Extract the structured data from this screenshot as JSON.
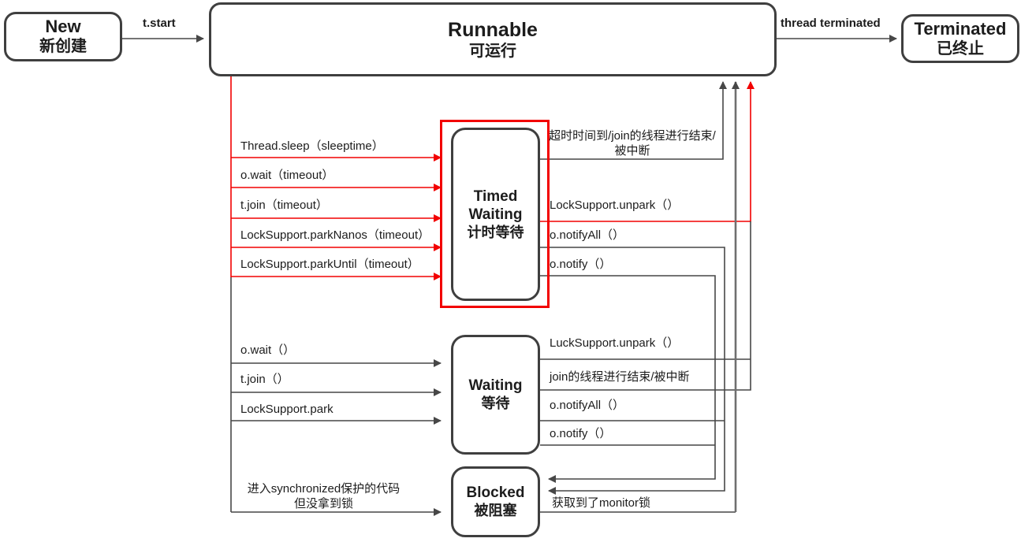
{
  "title": "Java thread state diagram",
  "colors": {
    "line_gray": "#474747",
    "line_red": "#f20000",
    "box_border": "#3f3f3f",
    "highlight": "#f20000",
    "text": "#1c1c1c"
  },
  "nodes": {
    "new": {
      "en": "New",
      "zh": "新创建"
    },
    "runnable": {
      "en": "Runnable",
      "zh": "可运行"
    },
    "terminated": {
      "en": "Terminated",
      "zh": "已终止"
    },
    "timed_waiting": {
      "en1": "Timed",
      "en2": "Waiting",
      "zh": "计时等待"
    },
    "waiting": {
      "en": "Waiting",
      "zh": "等待"
    },
    "blocked": {
      "en": "Blocked",
      "zh": "被阻塞"
    }
  },
  "edges": {
    "t_start": "t.start",
    "thread_terminated": "thread terminated",
    "sleep": "Thread.sleep（sleeptime）",
    "o_wait_timeout": "o.wait（timeout）",
    "t_join_timeout": "t.join（timeout）",
    "park_nanos": "LockSupport.parkNanos（timeout）",
    "park_until": "LockSupport.parkUntil（timeout）",
    "timeout_return_l1": "超时时间到/join的线程进行结束/",
    "timeout_return_l2": "被中断",
    "tw_unpark": "LockSupport.unpark（）",
    "tw_notify_all": "o.notifyAll（）",
    "tw_notify": "o.notify（）",
    "o_wait": "o.wait（）",
    "t_join": "t.join（）",
    "park": "LockSupport.park",
    "w_unpark": "LuckSupport.unpark（）",
    "w_join_end": "join的线程进行结束/被中断",
    "w_notify_all": "o.notifyAll（）",
    "w_notify": "o.notify（）",
    "to_blocked_l1": "进入synchronized保护的代码",
    "to_blocked_l2": "但没拿到锁",
    "monitor_lock": "获取到了monitor锁"
  }
}
